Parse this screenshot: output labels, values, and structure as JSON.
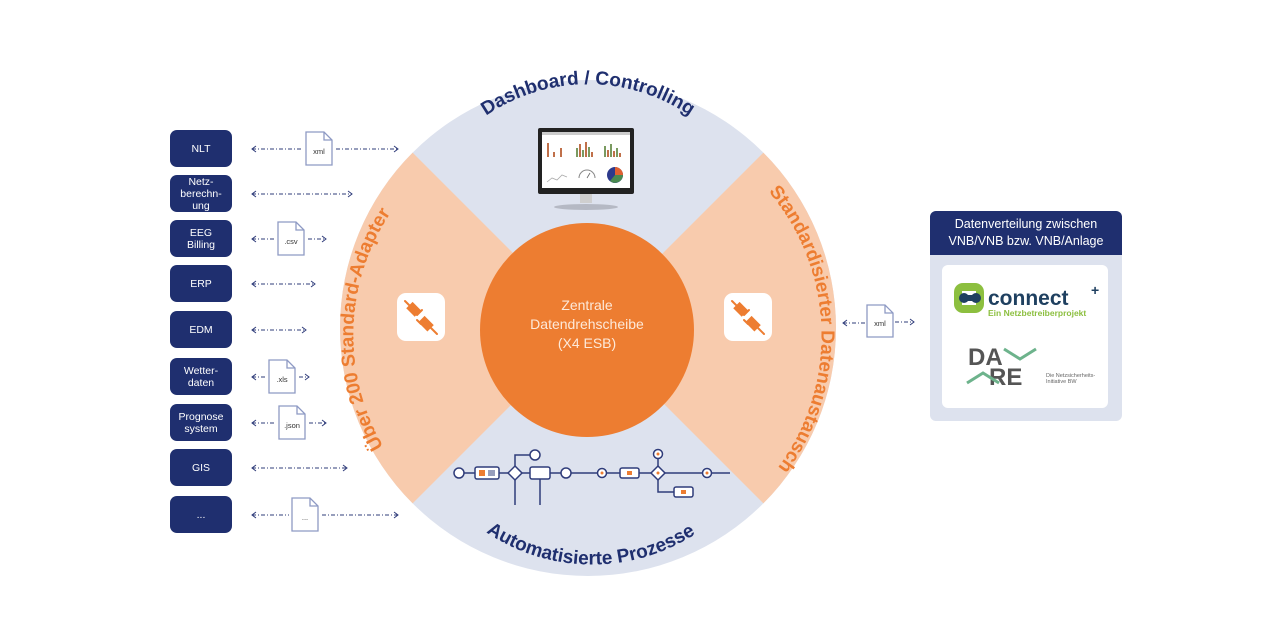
{
  "colors": {
    "navy": "#1f2f6f",
    "orange": "#ed7d31",
    "peach": "#f8cbad",
    "lightBlue": "#dde2ee",
    "fileStroke": "#8e9ac4"
  },
  "systems": [
    {
      "label": "NLT",
      "file": "xml",
      "arrowLen": "long"
    },
    {
      "label": "Netz-\nberechn-\nung",
      "file": null,
      "arrowLen": "medium"
    },
    {
      "label": "EEG\nBilling",
      "file": ".csv",
      "arrowLen": "short"
    },
    {
      "label": "ERP",
      "file": null,
      "arrowLen": "short"
    },
    {
      "label": "EDM",
      "file": null,
      "arrowLen": "shorter"
    },
    {
      "label": "Wetter-\ndaten",
      "file": ".xls",
      "arrowLen": "shortest"
    },
    {
      "label": "Prognose\nsystem",
      "file": ".json",
      "arrowLen": "short"
    },
    {
      "label": "GIS",
      "file": null,
      "arrowLen": "medium"
    },
    {
      "label": "...",
      "file": "...",
      "arrowLen": "long"
    }
  ],
  "wheel": {
    "top_label": "Dashboard / Controlling",
    "bottom_label": "Automatisierte Prozesse",
    "left_label": "Über 200 Standard-Adapter",
    "right_label": "Standardisierter Datenaustausch",
    "center_lines": [
      "Zentrale",
      "Datendrehscheibe",
      "(X4 ESB)"
    ],
    "left_icon": "plug-connector-icon",
    "right_icon": "plug-connector-icon",
    "top_icon": "monitor-dashboard-icon",
    "bottom_icon": "process-flow-icon"
  },
  "right_connector": {
    "file": "xml"
  },
  "panel": {
    "title": "Datenverteilung zwischen\nVNB/VNB  bzw.  VNB/Anlage",
    "connect_logo": {
      "name": "connect",
      "plus": "+",
      "tagline": "Ein Netzbetreiberprojekt"
    },
    "dare_logo": {
      "top": "DA",
      "bottom": "RE",
      "caption_line1": "Die Netzsicherheits-",
      "caption_line2": "Initiative BW"
    }
  }
}
